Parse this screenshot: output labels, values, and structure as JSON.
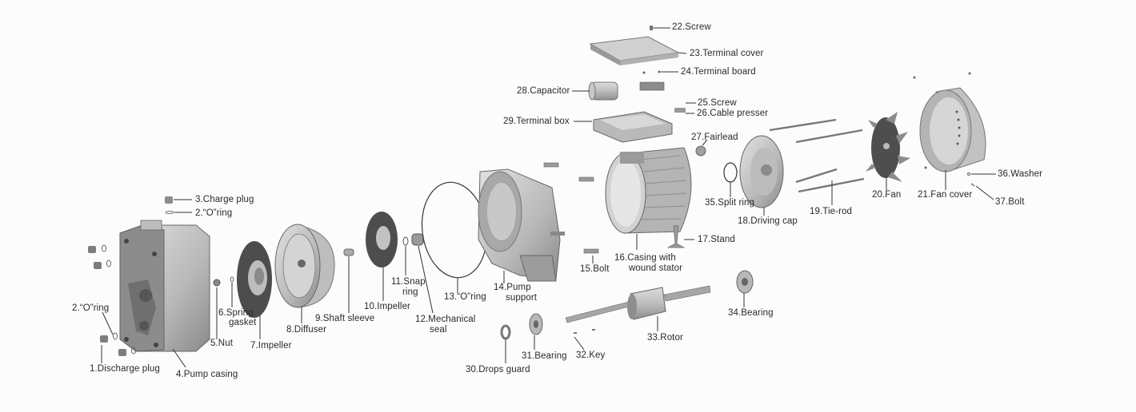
{
  "diagram": {
    "title": "Pump exploded view",
    "colors": {
      "part_light": "#d6d6d6",
      "part_mid": "#a9a9a9",
      "part_dark": "#6e6e6e",
      "line": "#333333",
      "text": "#2a2a2a"
    },
    "labels": {
      "p1": "1.Discharge plug",
      "p2a": "2.“O”ring",
      "p2b": "2.“O”ring",
      "p3": "3.Charge plug",
      "p4": "4.Pump casing",
      "p5": "5.Nut",
      "p6a": "6.Spring",
      "p6b": "gasket",
      "p7": "7.Impeller",
      "p8": "8.Diffuser",
      "p9": "9.Shaft sleeve",
      "p10": "10.Impeller",
      "p11a": "11.Snap",
      "p11b": "ring",
      "p12a": "12.Mechanical",
      "p12b": "seal",
      "p13": "13.“O”ring",
      "p14a": "14.Pump",
      "p14b": "support",
      "p15": "15.Bolt",
      "p16a": "16.Casing with",
      "p16b": "wound stator",
      "p17": "17.Stand",
      "p18": "18.Driving cap",
      "p19": "19.Tie-rod",
      "p20": "20.Fan",
      "p21": "21.Fan cover",
      "p22": "22.Screw",
      "p23": "23.Terminal cover",
      "p24": "24.Terminal board",
      "p25": "25.Screw",
      "p26": "26.Cable presser",
      "p27": "27.Fairlead",
      "p28": "28.Capacitor",
      "p29": "29.Terminal box",
      "p30": "30.Drops guard",
      "p31": "31.Bearing",
      "p32": "32.Key",
      "p33": "33.Rotor",
      "p34": "34.Bearing",
      "p35": "35.Split ring",
      "p36": "36.Washer",
      "p37": "37.Bolt"
    }
  }
}
